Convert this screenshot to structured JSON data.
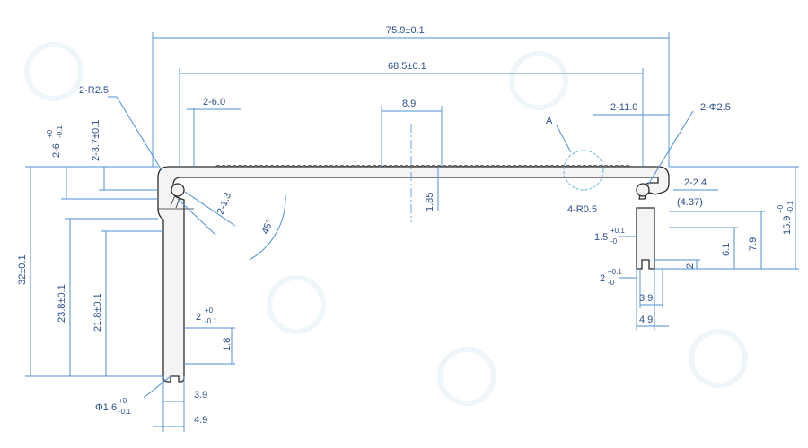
{
  "drawing": {
    "overall_width": "75.9±0.1",
    "inner_width": "68.5±0.1",
    "left_radius": "2-R2.5",
    "left_slot": "2-6.0",
    "top_groove": "8.9",
    "right_slot": "2-11.0",
    "right_hole": "2-Φ2.5",
    "detail_ref": "A",
    "left_flange_base": "2-6",
    "left_flange_sup": "+0",
    "left_flange_sub": "-0.1",
    "left_inner_height": "2-3.7±0.1",
    "diag_width": "2-1.3",
    "angle": "45°",
    "web_thickness": "1.85",
    "right_corner_radius": "4-R0.5",
    "right_slot_width": "2-2.4",
    "right_slot_depth": "(4.37)",
    "right_lip_base": "1.5",
    "right_lip_sup": "+0.1",
    "right_lip_sub": "-0",
    "right_foot_base": "2",
    "right_foot_sup": "+0.1",
    "right_foot_sub": "-0",
    "right_dim_2": "2",
    "right_dim_6_1": "6.1",
    "right_dim_7_9": "7.9",
    "right_total_height": "15.9",
    "right_total_sup": "+0",
    "right_total_sub": "-0.1",
    "right_width_3_9": "3.9",
    "right_width_4_9": "4.9",
    "total_height": "32±0.1",
    "leg_height": "23.8±0.1",
    "leg_inner": "21.8±0.1",
    "leg_tip_base": "2",
    "leg_tip_sup": "+0",
    "leg_tip_sub": "-0.1",
    "leg_tip_len": "1.8",
    "hole_base": "Φ1.6",
    "hole_sup": "+0",
    "hole_sub": "-0.1",
    "left_width_3_9": "3.9",
    "left_width_4_9": "4.9"
  },
  "colors": {
    "dimension": "#4a8fd6",
    "outline": "#2c2c2c",
    "label": "#2b4f8a",
    "watermark": "#eef6fa"
  }
}
